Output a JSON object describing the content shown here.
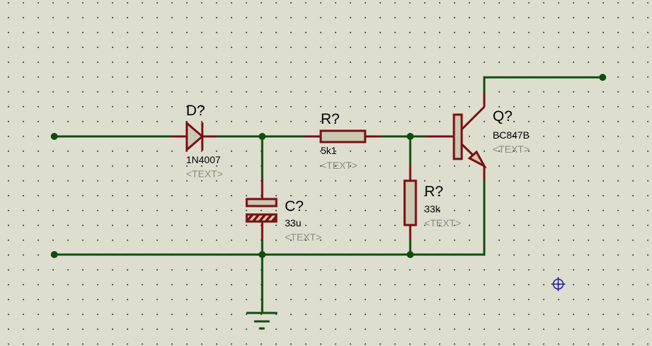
{
  "app": {
    "view": "schematic-capture"
  },
  "colors": {
    "background": "#dedecf",
    "wire": "#0f4d0f",
    "component_outline": "#7a0e0e",
    "component_fill": "#cac9b4",
    "cursor": "#1a1a9a",
    "placeholder_text": "#8a8a80"
  },
  "components": {
    "diode": {
      "ref": "D?",
      "value": "1N4007",
      "text": "<TEXT>"
    },
    "resistor_series": {
      "ref": "R?",
      "value": "5k1",
      "text": "<TEXT>"
    },
    "capacitor": {
      "ref": "C?",
      "value": "33u",
      "text": "<TEXT>"
    },
    "resistor_shunt": {
      "ref": "R?",
      "value": "33k",
      "text": "<TEXT>"
    },
    "transistor": {
      "ref": "Q?",
      "value": "BC847B",
      "text": "<TEXT>"
    }
  },
  "icons": {
    "ground": "ground-symbol",
    "cursor": "crosshair-cursor-icon"
  }
}
